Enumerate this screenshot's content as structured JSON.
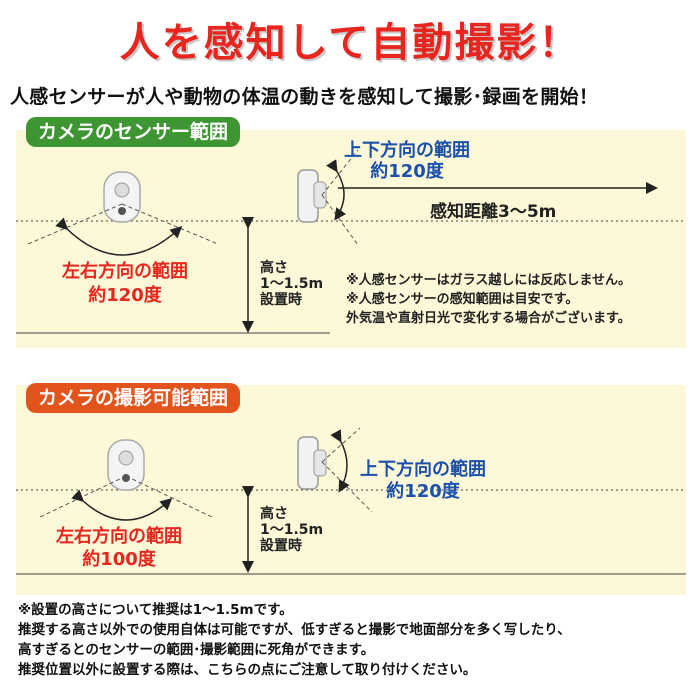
{
  "headline": "人を感知して自動撮影！",
  "subline": "人感センサーが人や動物の体温の動きを感知して撮影･録画を開始！",
  "sensor_section": {
    "tab": "カメラのセンサー範囲",
    "vertical_range_line1": "上下方向の範囲",
    "vertical_range_line2": "約120度",
    "distance": "感知距離3～5m",
    "horizontal_range_line1": "左右方向の範囲",
    "horizontal_range_line2": "約120度",
    "height_line1": "高さ",
    "height_line2": "1～1.5m",
    "height_line3": "設置時",
    "notes": [
      "※人感センサーはガラス越しには反応しません。",
      "※人感センサーの感知範囲は目安です。",
      "外気温や直射日光で変化する場合がございます。"
    ]
  },
  "camera_section": {
    "tab": "カメラの撮影可能範囲",
    "vertical_range_line1": "上下方向の範囲",
    "vertical_range_line2": "約120度",
    "horizontal_range_line1": "左右方向の範囲",
    "horizontal_range_line2": "約100度",
    "height_line1": "高さ",
    "height_line2": "1～1.5m",
    "height_line3": "設置時"
  },
  "footnotes": [
    "※設置の高さについて推奨は1～1.5mです。",
    "推奨する高さ以外での使用自体は可能ですが、低すぎると撮影で地面部分を多く写したり、",
    "高すぎるとのセンサーの範囲･撮影範囲に死角ができます。",
    "推奨位置以外に設置する際は、こちらの点にご注意して取り付けください。"
  ],
  "colors": {
    "headline_red": "#e8261f",
    "panel_bg": "#fdf8d7",
    "sensor_tab_green": "#3d9632",
    "camera_tab_orange": "#e3541c",
    "range_blue": "#1b50ad"
  }
}
